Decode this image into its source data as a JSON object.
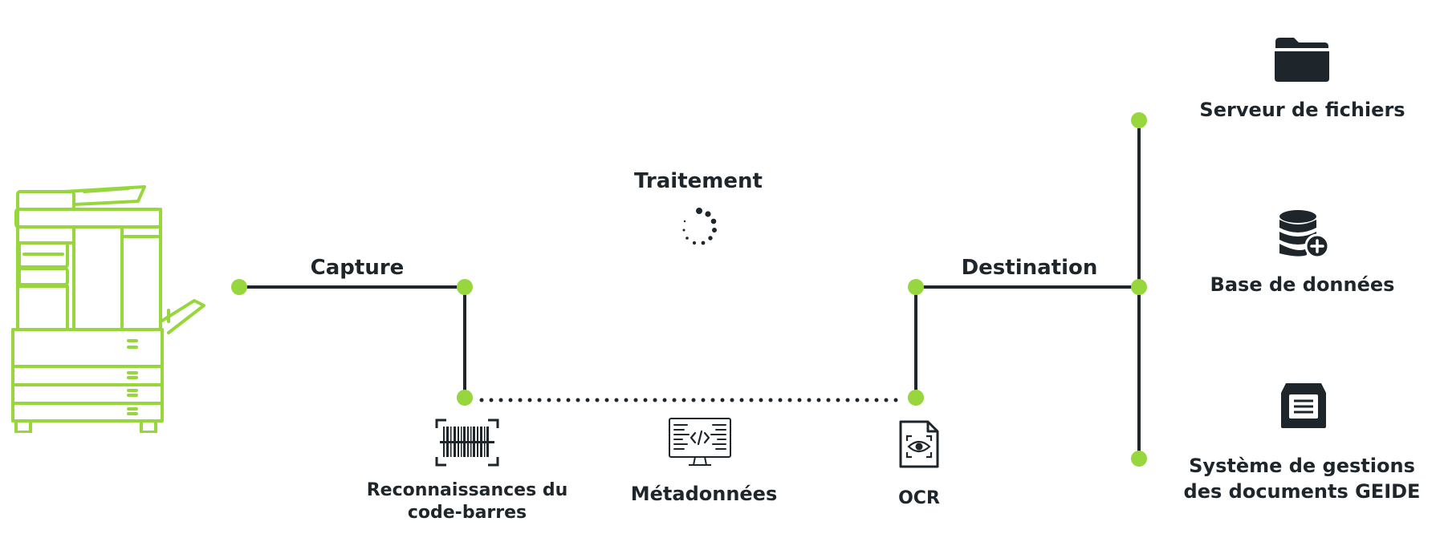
{
  "colors": {
    "accent": "#97d63c",
    "line": "#1f262b",
    "text": "#1f262b"
  },
  "labels": {
    "capture": "Capture",
    "traitement": "Traitement",
    "destination": "Destination",
    "barcode": [
      "Reconnaissances du",
      "code-barres"
    ],
    "metadata": "Métadonnées",
    "ocr": "OCR",
    "file_server": "Serveur de fichiers",
    "database": "Base de données",
    "geide": [
      "Système de gestions",
      "des documents GEIDE"
    ]
  },
  "icons": {
    "printer": "multifunction-printer-icon",
    "loading": "loading-spinner-icon",
    "barcode": "barcode-scan-icon",
    "metadata": "code-monitor-icon",
    "ocr": "ocr-document-eye-icon",
    "file_server": "folder-icon",
    "database": "database-add-icon",
    "geide": "archive-tray-icon"
  }
}
